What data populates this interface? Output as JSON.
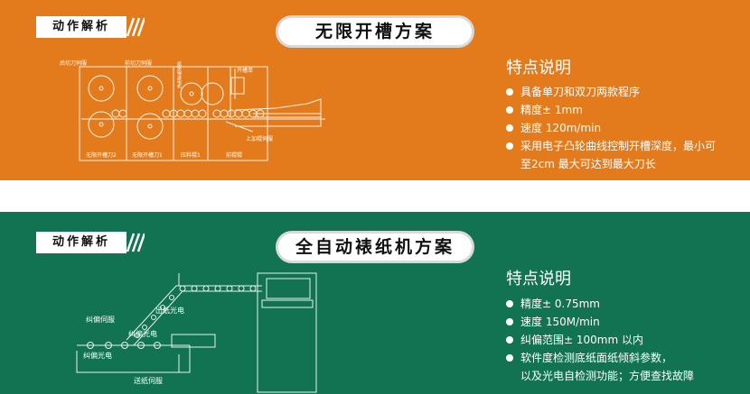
{
  "colors": {
    "top_band": "#e37b1d",
    "bottom_band": "#117352",
    "line": "#ffffff"
  },
  "top": {
    "tag": "动作解析",
    "title": "无限开槽方案",
    "features_title": "特点说明",
    "features": [
      {
        "text": "具备单刀和双刀两款程序"
      },
      {
        "text": "精度± 1mm"
      },
      {
        "text": "速度 120m/min"
      },
      {
        "text": "采用电子凸轮曲线控制开槽深度，最小可",
        "cont": "至2cm 最大可达到最大刀长"
      }
    ],
    "diagram": {
      "labels": {
        "rear_knife_servo": "后切刀伺服",
        "front_knife_servo": "前切刀伺服",
        "vertical_label": "纸张输送电机",
        "unit_label": "开槽单",
        "slot_servo_2": "无限开槽刀2",
        "slot_servo_1": "无限开槽刀1",
        "press_roll": "压料辊1",
        "feed_roll": "前辊辊",
        "upper_servo": "上加辊伺服"
      }
    }
  },
  "bottom": {
    "tag": "动作解析",
    "title": "全自动裱纸机方案",
    "features_title": "特点说明",
    "features": [
      {
        "text": "精度± 0.75mm"
      },
      {
        "text": "速度 150M/min"
      },
      {
        "text": "纠偏范围± 100mm 以内"
      },
      {
        "text": "软件度检测底纸面纸倾斜参数，",
        "cont": "以及光电自检测功能；方便查找故障"
      }
    ],
    "diagram": {
      "labels": {
        "out_photo": "出纸光电",
        "correct_servo": "纠偏伺服",
        "correct_photo_1": "纠偏光电",
        "correct_photo_2": "纠偏光电",
        "feed_servo": "送纸伺服"
      }
    }
  }
}
